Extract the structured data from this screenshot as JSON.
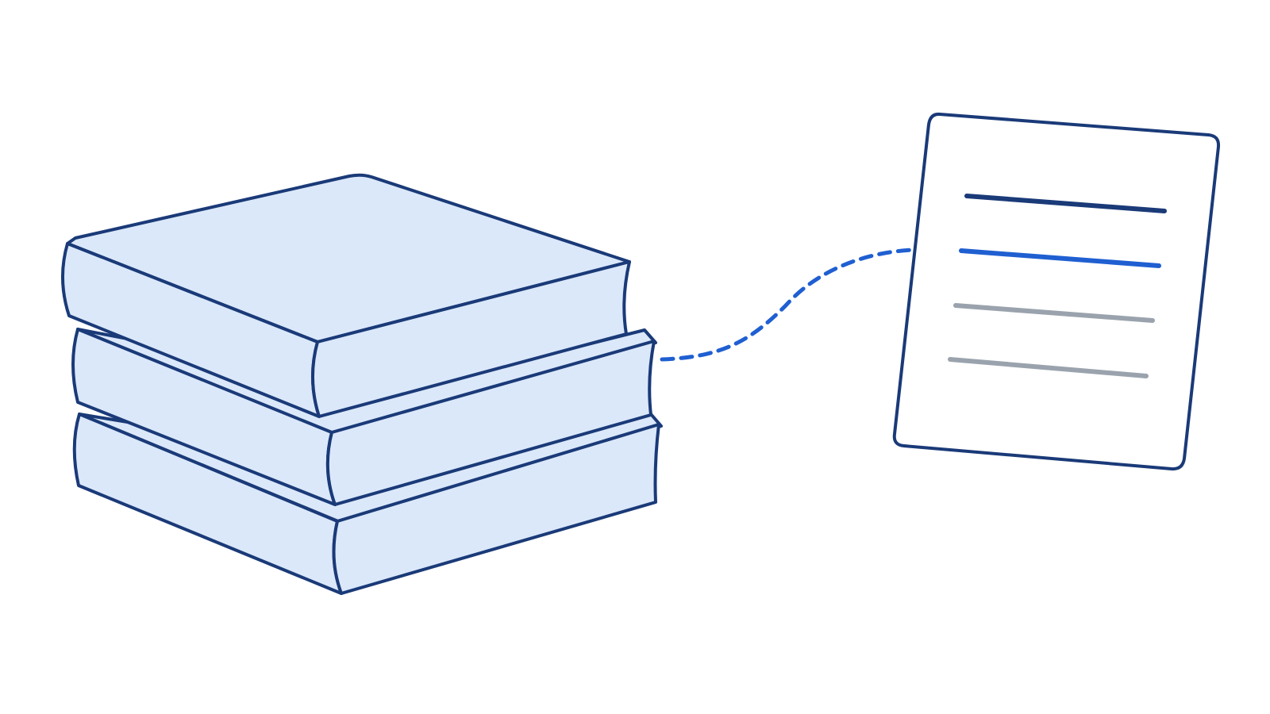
{
  "illustration": {
    "books": {
      "icon": "stacked-books-icon",
      "count": 3
    },
    "connector": {
      "icon": "dashed-connector-icon",
      "style": "dashed"
    },
    "document": {
      "icon": "document-page-icon",
      "line_count": 4
    }
  },
  "colors": {
    "background": "#ffffff",
    "outline": "#1a3a78",
    "book_fill": "#dbe8fa",
    "page_fill": "#ffffff",
    "accent_blue": "#1f5fd1",
    "dark_line": "#1a3a78",
    "gray_line": "#9aa3ad"
  }
}
